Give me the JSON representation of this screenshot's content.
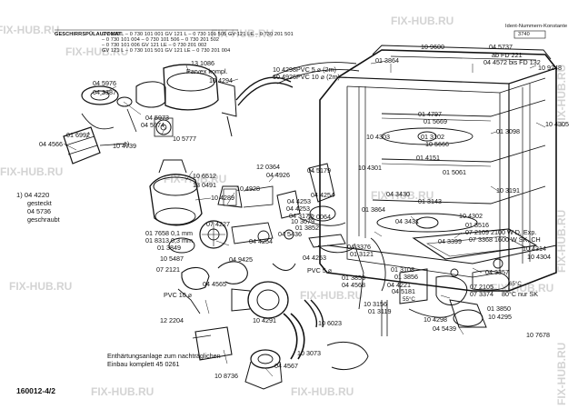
{
  "header": {
    "title": "GESCHIRRSPÜLAUTOMAT",
    "rows": [
      "GV 120 L   – 0 730 101 001    GV 121 L   – 0 730 101 505    GV 121 LE – 0 730 201 501",
      "                 – 0 730 101 004                      – 0 730 101 506                       – 0 730 201 502",
      "                 – 0 730 101 006    GV 121 LE – 0 730 201 002",
      "GV 121 L   – 0 730 101 501    GV 121 LE – 0 730 201 004"
    ]
  },
  "ident_box": {
    "title": "Ident-Nummern-Konstante",
    "value": "3740"
  },
  "labels": {
    "p10_9600": "10 9600",
    "p04_5737": "04 5737",
    "ab_fd221": "ab FD 221",
    "p04_4572": "04 4572 bis FD 132",
    "p10_9248": "10 9248",
    "p13_1086": "13 1086",
    "parvex": "Parvex kompl.",
    "p10_4294": "10 4294",
    "pvc5": "10 4298PVC  5 ⌀ (2m)",
    "pvc10": "10 4926PVC 10 ⌀ (2m)",
    "p01_3864a": "01 3864",
    "p04_5976": "04 5976",
    "p04_3387": "04 3387",
    "p04_5973": "04 5973",
    "p04_5974": "04 5974",
    "p10_5777": "10 5777",
    "p01_6992": "01 6992",
    "p04_4566": "04 4566",
    "p10_4739": "10 4739",
    "one_close": "1)",
    "p04_4220": "1) 04 4220",
    "gesteckt": "gesteckt",
    "p04_5736": "04 5736",
    "geschraubt": "geschraubt",
    "p10_6512": "10 6512",
    "p13_0491": "13 0491",
    "p10_4289": "10 4289",
    "p01_4797": "01 4797",
    "p01_5669": "01 5669",
    "p10_4305r": "10 4305",
    "p10_4303": "10 4303",
    "p01_3102": "01 3102",
    "p01_3098": "01 3098",
    "p10_5666": "10 5666",
    "p01_4151": "01 4151",
    "p12_0364": "12 0364",
    "p04_5179": "04 5179",
    "p10_4301": "10 4301",
    "p01_5061": "01 5061",
    "p04_4926": "04 4926",
    "p10_4928": "10 4928",
    "p04_4254a": "04 4254",
    "p04_4253a": "04 4253",
    "p04_4253b": "04 4253",
    "p04_3172": "04 3172",
    "p10_3079": "10 3079",
    "p12_0064": "12 0064",
    "p04_3430": "04 3430",
    "p01_3143": "01 3143",
    "p10_3191": "10 3191",
    "p01_3864b": "01 3864",
    "p10_4302": "10 4302",
    "p07_4227": "07 4227",
    "p01_7658": "01 7658 0,1 mm",
    "p01_8313": "01 8313 0,3 mm",
    "p01_3849": "01 3849",
    "p01_3852": "01 3852",
    "p04_5436": "04 5436",
    "p04_4254b": "04 4254",
    "p04_3431": "04 3431",
    "p01_8516": "01 8516",
    "p07_2109": "07 2109 2100 W D, Exp.",
    "p07_3368": "07 3368 1600 W SK, CH",
    "p04_3399": "04 3399",
    "p10_4314": "10 4314",
    "p10_4304": "10 4304",
    "p04_3376": "04 3376",
    "p01_3121": "01 3121",
    "p04_9425": "04 9425",
    "p10_5487": "10 5487",
    "p07_2121": "07 2121",
    "p04_4565": "04 4565",
    "p04_4253c": "04 4253",
    "pvc5b": "PVC 5 ⌀",
    "p01_3108": "01 3108",
    "p01_3856": "01 3856",
    "p04_3357": "04 3357",
    "p04_4221": "04 4221",
    "p07_2105": "07 2105",
    "deg65": "65°C",
    "p04_4568": "04 4568",
    "p01_3853": "01 3853",
    "p04_5181": "04 5181",
    "c55": "55°C",
    "p07_3374": "07 3374",
    "deg80": "80°C nur SK",
    "pvc10b": "PVC 10 ⌀",
    "p10_3156": "10 3156",
    "p01_3119": "01 3119",
    "p01_3850": "01 3850",
    "p10_4298b": "10 4298",
    "p10_4295": "10 4295",
    "p12_2204": "12 2204",
    "p10_4291": "10 4291",
    "p10_6023": "10 6023",
    "p04_5439": "04 5439",
    "p10_7678": "10 7678",
    "p10_3073": "10 3073",
    "enth1": "Enthärtungsanlage zum nachträglichen",
    "enth2": "Einbau komplett 45 0261",
    "p10_8736": "10 8736",
    "p04_4567": "04 4567",
    "code": "160012-4/2"
  },
  "watermark": "FIX-HUB.RU",
  "colors": {
    "ink": "#111111",
    "watermark": "#c9c9c9",
    "background": "#ffffff"
  }
}
